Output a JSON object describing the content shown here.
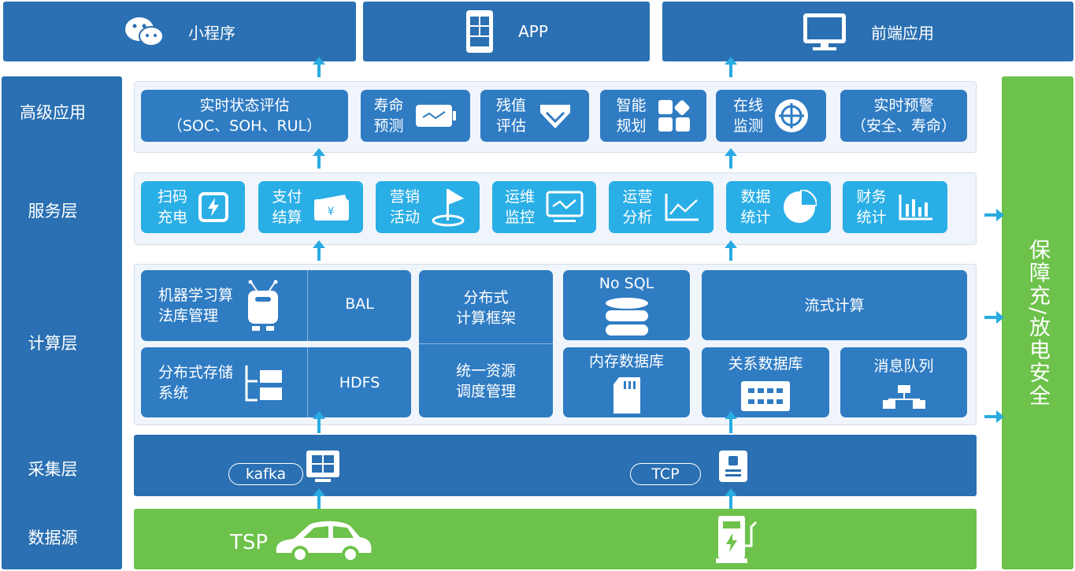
{
  "top": [
    {
      "label": "小程序",
      "icon": "wechat-icon"
    },
    {
      "label": "APP",
      "icon": "phone-icon"
    },
    {
      "label": "前端应用",
      "icon": "monitor-icon"
    }
  ],
  "layers": [
    "高级应用",
    "服务层",
    "计算层",
    "采集层",
    "数据源"
  ],
  "security": "保障充/放电安全",
  "advanced": [
    {
      "l1": "实时状态评估",
      "l2": "（SOC、SOH、RUL）"
    },
    {
      "l1": "寿命",
      "l2": "预测"
    },
    {
      "l1": "残值",
      "l2": "评估"
    },
    {
      "l1": "智能",
      "l2": "规划"
    },
    {
      "l1": "在线",
      "l2": "监测"
    },
    {
      "l1": "实时预警",
      "l2": "（安全、寿命）"
    }
  ],
  "service": [
    {
      "l1": "扫码",
      "l2": "充电"
    },
    {
      "l1": "支付",
      "l2": "结算"
    },
    {
      "l1": "营销",
      "l2": "活动"
    },
    {
      "l1": "运维",
      "l2": "监控"
    },
    {
      "l1": "运营",
      "l2": "分析"
    },
    {
      "l1": "数据",
      "l2": "统计"
    },
    {
      "l1": "财务",
      "l2": "统计"
    }
  ],
  "compute": {
    "ml1": "机器学习算",
    "ml2": "法库管理",
    "bal": "BAL",
    "ds1": "分布式存储",
    "ds2": "系统",
    "hdfs": "HDFS",
    "df1": "分布式",
    "df2": "计算框架",
    "rm1": "统一资源",
    "rm2": "调度管理",
    "nosql": "No SQL",
    "mem": "内存数据库",
    "stream": "流式计算",
    "rel": "关系数据库",
    "mq": "消息队列"
  },
  "collect": {
    "kafka": "kafka",
    "tcp": "TCP"
  },
  "source": {
    "tsp": "TSP"
  }
}
